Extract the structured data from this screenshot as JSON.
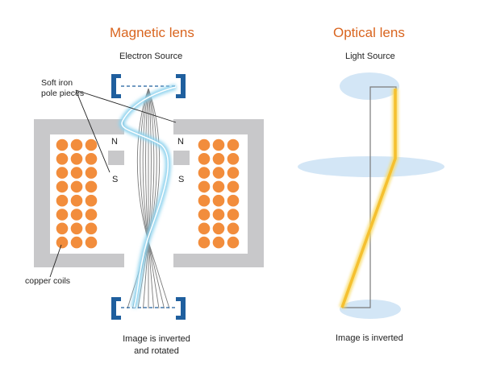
{
  "magnetic": {
    "title": "Magnetic lens",
    "source_label": "Electron Source",
    "pole_label": [
      "Soft iron",
      "pole pieces"
    ],
    "coil_label": "copper coils",
    "pole_n": "N",
    "pole_s": "S",
    "caption": [
      "Image is inverted",
      "and rotated"
    ]
  },
  "optical": {
    "title": "Optical lens",
    "source_label": "Light Source",
    "caption": "Image is inverted"
  },
  "colors": {
    "title": "#d9651f",
    "yoke": "#c8c8ca",
    "coil": "#f28d3c",
    "bracket": "#1f5f9e",
    "electron_glow": "#a8dcf0",
    "light_beam": "#f7c73a",
    "lens_disc": "#d3e6f6"
  }
}
